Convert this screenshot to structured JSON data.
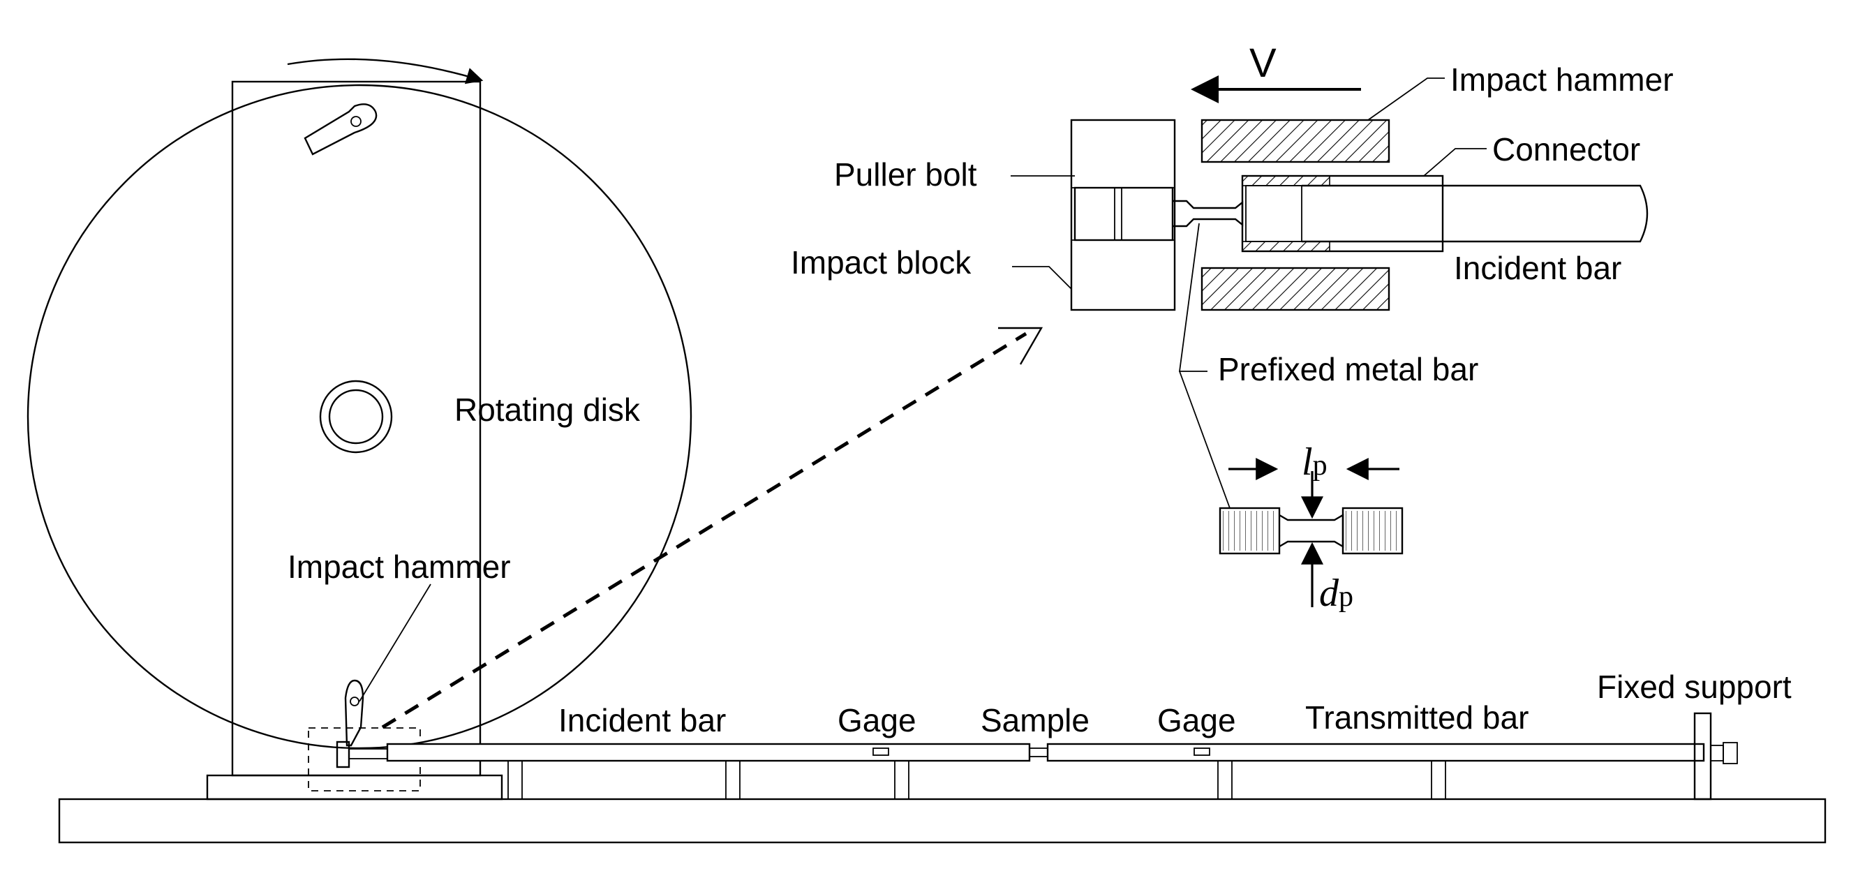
{
  "labels": {
    "rotating_disk": "Rotating disk",
    "impact_hammer_left": "Impact hammer",
    "incident_bar_bottom": "Incident bar",
    "gage_left": "Gage",
    "sample": "Sample",
    "gage_right": "Gage",
    "transmitted_bar": "Transmitted bar",
    "fixed_support": "Fixed support",
    "velocity": "V",
    "impact_hammer_detail": "Impact hammer",
    "connector": "Connector",
    "puller_bolt": "Puller bolt",
    "impact_block": "Impact block",
    "incident_bar_detail": "Incident bar",
    "prefixed_metal_bar": "Prefixed metal bar",
    "lp_symbol": "l",
    "lp_sub": "p",
    "dp_symbol": "d",
    "dp_sub": "p"
  },
  "colors": {
    "ink": "#000000",
    "background": "#ffffff"
  }
}
